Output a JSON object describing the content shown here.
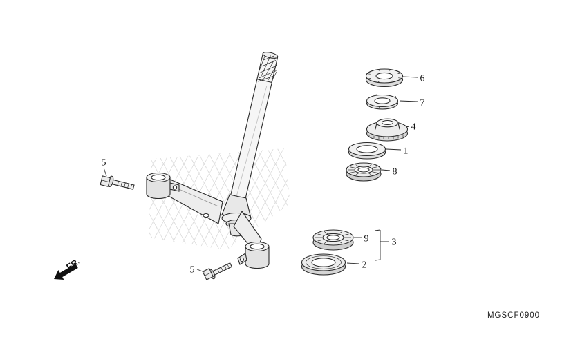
{
  "diagram": {
    "code": "MGSCF0900",
    "direction_label": "FR.",
    "callouts": {
      "c1": "1",
      "c2": "2",
      "c3": "3",
      "c4": "4",
      "c5_upper": "5",
      "c5_lower": "5",
      "c6": "6",
      "c7": "7",
      "c8": "8",
      "c9": "9"
    }
  }
}
